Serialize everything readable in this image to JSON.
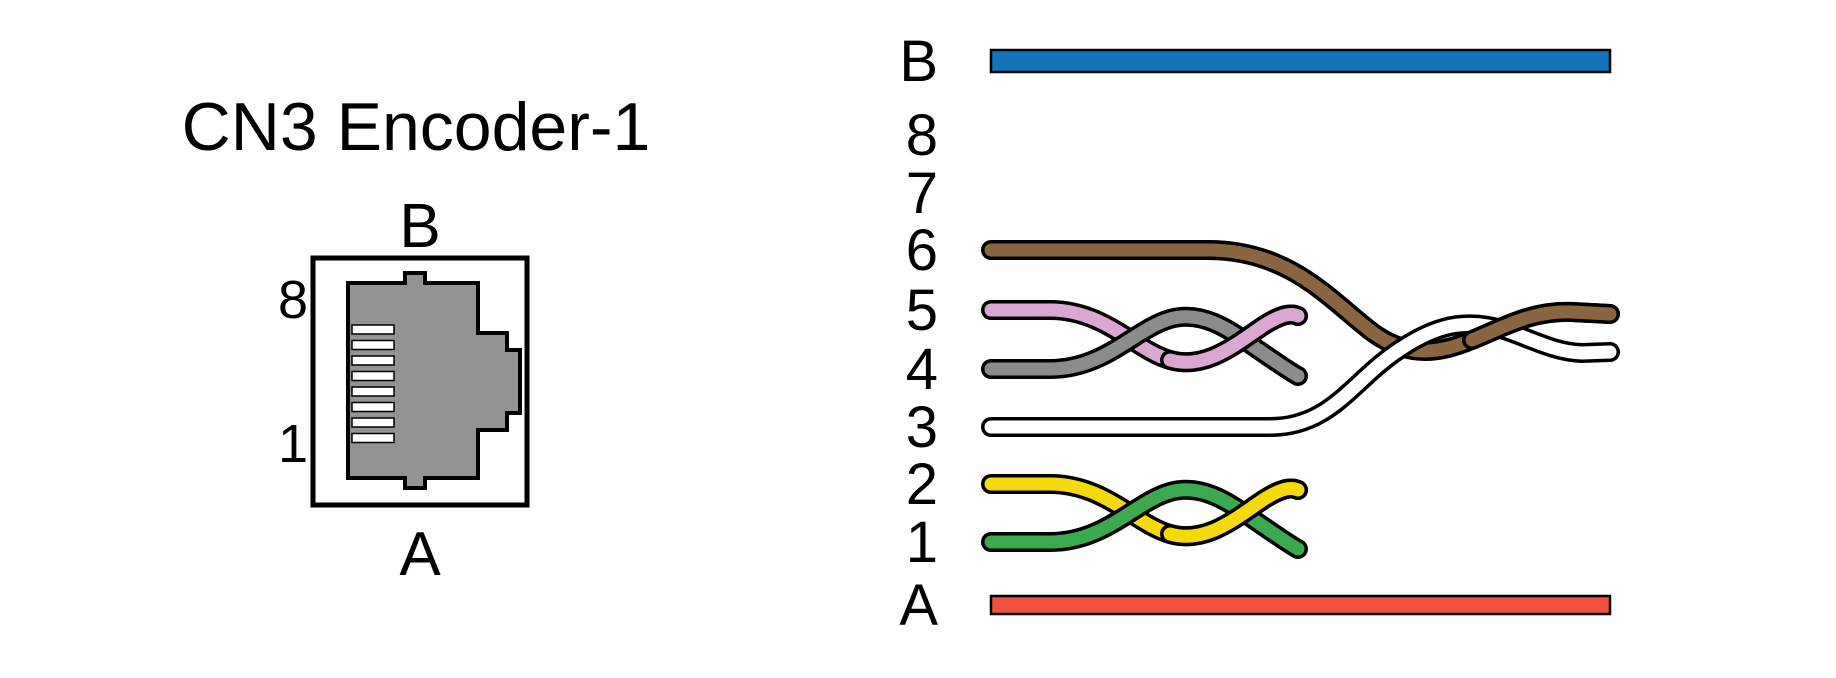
{
  "title": "CN3 Encoder-1",
  "connector": {
    "top_label": "B",
    "bottom_label": "A",
    "pin_top_label": "8",
    "pin_bottom_label": "1"
  },
  "pinout": {
    "labels": [
      "B",
      "8",
      "7",
      "6",
      "5",
      "4",
      "3",
      "2",
      "1",
      "A"
    ],
    "wiring": {
      "B": "blue",
      "8": "",
      "7": "",
      "6": "brown",
      "5": "pink",
      "4": "gray",
      "3": "white",
      "2": "yellow",
      "1": "green",
      "A": "red"
    },
    "twisted_pairs": [
      [
        "6",
        "3"
      ],
      [
        "5",
        "4"
      ],
      [
        "2",
        "1"
      ]
    ]
  },
  "colors": {
    "blue": "#1274bc",
    "red": "#f1513c",
    "brown": "#8a6540",
    "white": "#ffffff",
    "pink": "#dca6d2",
    "gray": "#8b8b8b",
    "yellow": "#f6d90a",
    "green": "#3baa4e",
    "jack_gray": "#939393"
  }
}
